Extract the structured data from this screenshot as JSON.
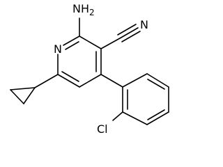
{
  "molecule": {
    "atoms": {
      "amino": "NH2",
      "amino_main": "NH",
      "amino_sub": "2",
      "ring_nitrogen": "N",
      "nitrile_nitrogen": "N",
      "chlorine": "Cl"
    }
  }
}
